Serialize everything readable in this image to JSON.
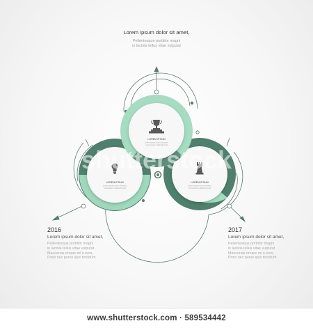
{
  "header": {
    "title": "Lorem ipsum dolor sit amet,",
    "body_lines": [
      "Pellentesque porttitor magni",
      "in lacinia tellus vitae vulputat"
    ]
  },
  "left_block": {
    "year": "2016",
    "subtitle": "Lorem ipsum dolor sit amet,",
    "body_lines": [
      "Pellentesque porttitor magni",
      "in lacinia tellus vitae vulputat",
      "Maecenas ornare mi a eros,",
      "Proin nec purus quis tincidunt"
    ]
  },
  "right_block": {
    "year": "2017",
    "subtitle": "Lorem ipsum dolor sit amet,",
    "body_lines": [
      "Pellentesque porttitor magni",
      "in lacinia tellus vitae vulputat",
      "Maecenas ornare mi a eros,",
      "Proin nec purus quis tincidunt"
    ]
  },
  "circles": [
    {
      "id": "top",
      "icon": "trophy-icon",
      "title": "LOREM IPSUM",
      "body": [
        "Lorem ipsum dolor sit amet,",
        "consectetur adipiscing elit"
      ]
    },
    {
      "id": "left",
      "icon": "lightbulb-icon",
      "title": "LOREM IPSUM",
      "body": [
        "Lorem ipsum dolor sit amet,",
        "consectetur adipiscing elit"
      ]
    },
    {
      "id": "right",
      "icon": "chess-rook-icon",
      "title": "LOREM IPSUM",
      "body": [
        "Lorem ipsum dolor sit amet,",
        "consectetur adipiscing elit"
      ]
    }
  ],
  "colors": {
    "dark_teal": "#4f7f6d",
    "light_mint": "#a6dcc2",
    "line": "#5b7b6f"
  },
  "watermark": {
    "logo_text": "shutterstock",
    "url": "www.shutterstock.com · 589534442"
  }
}
